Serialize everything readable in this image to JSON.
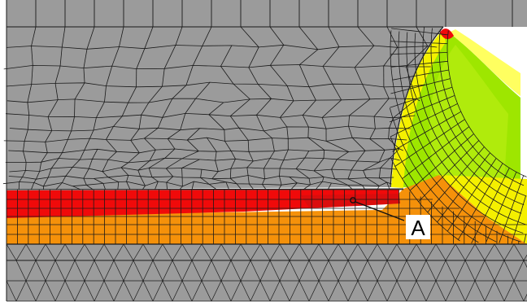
{
  "figure": {
    "callout": {
      "label": "A"
    },
    "colors": {
      "background": "#ffffff",
      "bulk_material": "#9b9b9b",
      "mesh_line": "#1a1a1a",
      "contour_red": "#f00a0a",
      "contour_dark_red": "#b01010",
      "contour_orange": "#f5910a",
      "contour_yellow": "#f5f000",
      "contour_light_yellow": "#ffff60",
      "contour_green": "#9ee600",
      "contour_light_green": "#c8f000"
    },
    "regions": [
      "gray-bulk-unstrained",
      "red-high-strain-layer",
      "orange-strain-layer",
      "yellow-green-indented-zone",
      "triangulated-substrate-mesh"
    ]
  }
}
